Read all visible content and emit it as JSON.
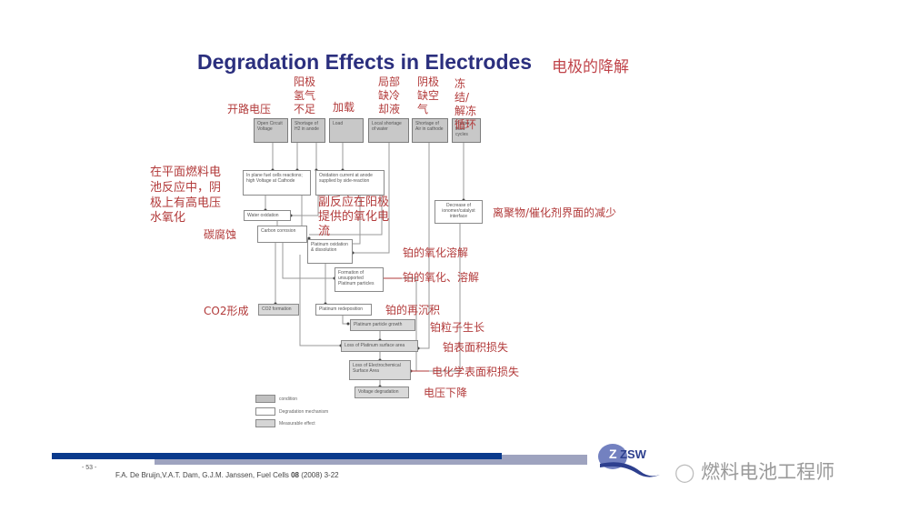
{
  "slide": {
    "title": "Degradation Effects in Electrodes",
    "title_cn": "电极的降解",
    "page_number": "- 53 -",
    "citation_prefix": "F.A. De Bruijn,V.A.T. Dam, G.J.M. Janssen, Fuel Cells ",
    "citation_volume": "08",
    "citation_suffix": " (2008) 3-22",
    "logo_text": "ZSW",
    "watermark": "燃料电池工程师",
    "colors": {
      "title": "#2b2f7e",
      "annotation": "#b23a3a",
      "bar_blue": "#0a3a8c",
      "bar_gray": "#9ea3bf"
    }
  },
  "conditions": [
    {
      "id": "ocv",
      "label": "Open Circuit Voltage",
      "cn": "开路电压"
    },
    {
      "id": "h2",
      "label": "Shortage of H2 in anode",
      "cn": "阳极氢气不足"
    },
    {
      "id": "load",
      "label": "Load",
      "cn": "加载"
    },
    {
      "id": "water",
      "label": "Local shortage of water",
      "cn": "局部缺冷却液"
    },
    {
      "id": "air",
      "label": "Shortage of Air in cathode",
      "cn": "阴极缺空气"
    },
    {
      "id": "freeze",
      "label": "Freeze thaw cycles",
      "cn": "冻结/解冻循环"
    }
  ],
  "mechanisms": [
    {
      "id": "inplane",
      "label": "In plane fuel cells reactions; high Voltage at Cathode",
      "cn": "在平面燃料电池反应中，阴极上有高电压"
    },
    {
      "id": "oxcurrent",
      "label": "Oxidation current at anode supplied by side-reaction",
      "cn": "副反应在阳极提供的氧化电流"
    },
    {
      "id": "wateroxid",
      "label": "Water oxidation",
      "cn": "水氧化"
    },
    {
      "id": "carbon",
      "label": "Carbon corrosion",
      "cn": "碳腐蚀"
    },
    {
      "id": "ptoxid",
      "label": "Platinum oxidation & dissolution",
      "cn": "铂的氧化溶解"
    },
    {
      "id": "unsupported",
      "label": "Formation of unsupported Platinum particles",
      "cn": "铂的氧化、溶解"
    },
    {
      "id": "redeposit",
      "label": "Platinum redeposition",
      "cn": "铂的再沉积"
    },
    {
      "id": "ionomer",
      "label": "Decrease of ionomer/catalyst interface",
      "cn": "离聚物/催化剂界面的减少"
    }
  ],
  "effects": [
    {
      "id": "co2",
      "label": "CO2 formation",
      "cn": "CO2形成"
    },
    {
      "id": "growth",
      "label": "Platinum particle growth",
      "cn": "铂粒子生长"
    },
    {
      "id": "ptarea",
      "label": "Loss of Platinum surface area",
      "cn": "铂表面积损失"
    },
    {
      "id": "ecsa",
      "label": "Loss of Electrochemical Surface Area",
      "cn": "电化学表面积损失"
    },
    {
      "id": "voltage",
      "label": "Voltage degradation",
      "cn": "电压下降"
    }
  ],
  "legend": [
    {
      "kind": "condition",
      "label": "condition"
    },
    {
      "kind": "mechanism",
      "label": "Degradation mechanism"
    },
    {
      "kind": "effect",
      "label": "Measurable effect"
    }
  ]
}
